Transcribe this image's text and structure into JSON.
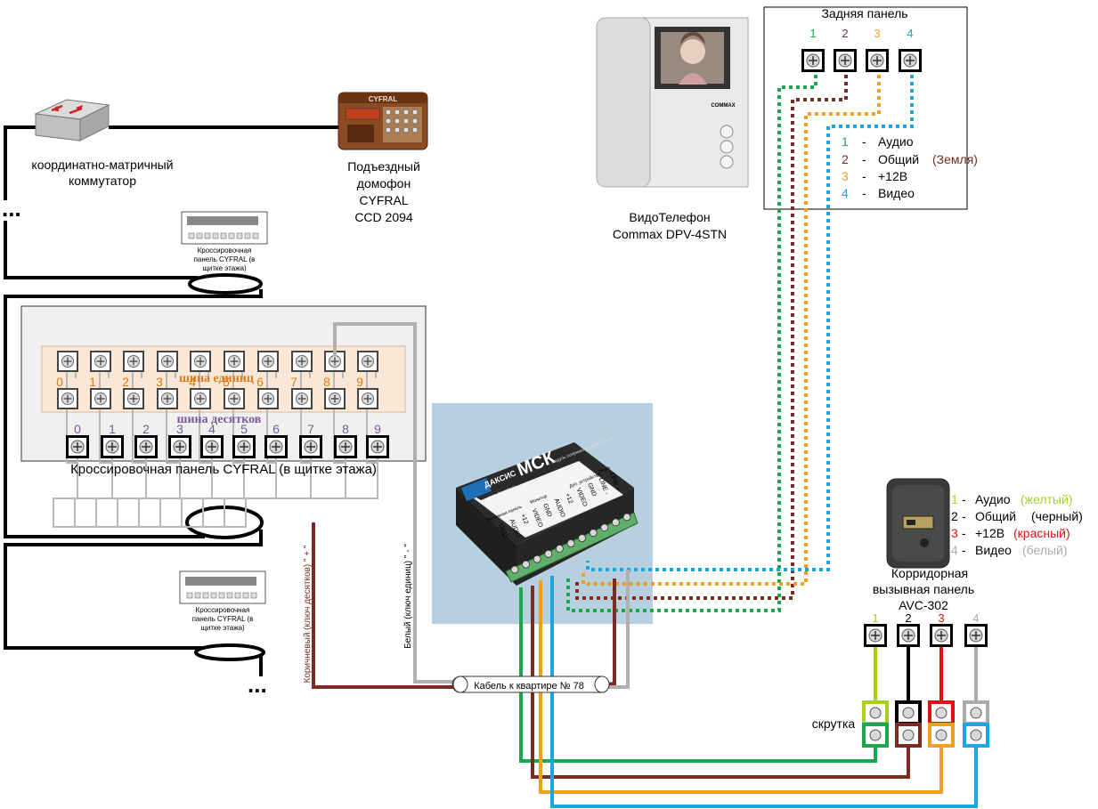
{
  "switch": {
    "label_line1": "координатно-матричный",
    "label_line2": "коммутатор"
  },
  "ellipsis": {
    "top": "...",
    "bottom": "..."
  },
  "intercom": {
    "brand": "CYFRAL",
    "line1": "Подъездный",
    "line2": "домофон",
    "line3": "CYFRAL",
    "line4": "CCD 2094"
  },
  "videophone": {
    "line1": "ВидоТелефон",
    "line2": "Commax DPV-4STN",
    "brand": "COMMAX"
  },
  "rear_panel": {
    "title": "Задняя панель",
    "terminals": [
      "1",
      "2",
      "3",
      "4"
    ],
    "legend": [
      {
        "num": "1",
        "dash": "-",
        "text": "Аудио",
        "extra": ""
      },
      {
        "num": "2",
        "dash": "-",
        "text": "Общий",
        "extra": "(Земля)"
      },
      {
        "num": "3",
        "dash": "-",
        "text": "+12В",
        "extra": ""
      },
      {
        "num": "4",
        "dash": "-",
        "text": "Видео",
        "extra": ""
      }
    ]
  },
  "small_panel": {
    "line1": "Кроссировочная",
    "line2": "панель CYFRAL (в",
    "line3": "щитке этажа)"
  },
  "cross_panel": {
    "label": "Кроссировочная панель CYFRAL (в щитке этажа)",
    "units_bus": "шина единиц",
    "tens_bus": "шина десятков",
    "digits": [
      "0",
      "1",
      "2",
      "3",
      "4",
      "5",
      "6",
      "7",
      "8",
      "9"
    ]
  },
  "msk": {
    "title": "МСК",
    "brand": "ДАКСИС",
    "site": "www.daxysis.ru",
    "subtitle": "модуль сопряжения домофонов",
    "col_labels": [
      "Вызывная панель",
      "Монитор",
      "Доп. устройство",
      "Линия"
    ],
    "pins": [
      "GND",
      "AUDIO",
      "+12",
      "VIDEO",
      "GND",
      "AUDIO",
      "+12",
      "VIDEO",
      "GND",
      "LINE -",
      "LINE +"
    ]
  },
  "cable": {
    "label": "Кабель к квартире № 78",
    "brown_label": "Коричневый (ключ десятков) \" + \"",
    "white_label": "Белый (ключ единиц) \" - \""
  },
  "avc": {
    "line1": "Корридорная",
    "line2": "вызывная панель",
    "line3": "AVC-302",
    "terminals": [
      "1",
      "2",
      "3",
      "4"
    ],
    "legend": [
      {
        "num": "1",
        "dash": "-",
        "text": "Аудио",
        "color_word": "(желтый)"
      },
      {
        "num": "2",
        "dash": "-",
        "text": "Общий",
        "color_word": "(черный)"
      },
      {
        "num": "3",
        "dash": "-",
        "text": "+12В",
        "color_word": "(красный)",
        "open": "(",
        "close": ")"
      },
      {
        "num": "4",
        "dash": "-",
        "text": "Видео",
        "color_word": "(белый)"
      }
    ],
    "twist_label": "скрутка"
  },
  "colors": {
    "audio_green": "#1aa84a",
    "common_brown": "#7a2b22",
    "power_orange": "#f0a020",
    "video_blue": "#1aa7e0",
    "yellow": "#a8cf1f",
    "red": "#e01010",
    "gray": "#aaaaaa",
    "units_orange": "#e07a10",
    "tens_purple": "#7a5a9a"
  }
}
